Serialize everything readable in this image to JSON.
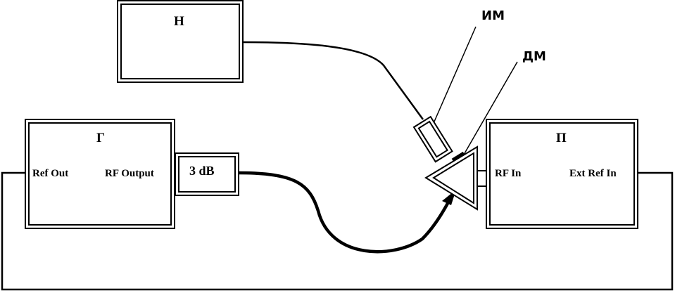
{
  "blocks": {
    "n": {
      "title": "Н"
    },
    "g": {
      "title": "Г",
      "ref_out": "Ref Out",
      "rf_output": "RF Output"
    },
    "attenuator": {
      "label": "3 dB"
    },
    "p": {
      "title": "П",
      "rf_in": "RF In",
      "ext_ref_in": "Ext Ref In"
    }
  },
  "callouts": {
    "im": "ИМ",
    "dm": "ДМ"
  }
}
